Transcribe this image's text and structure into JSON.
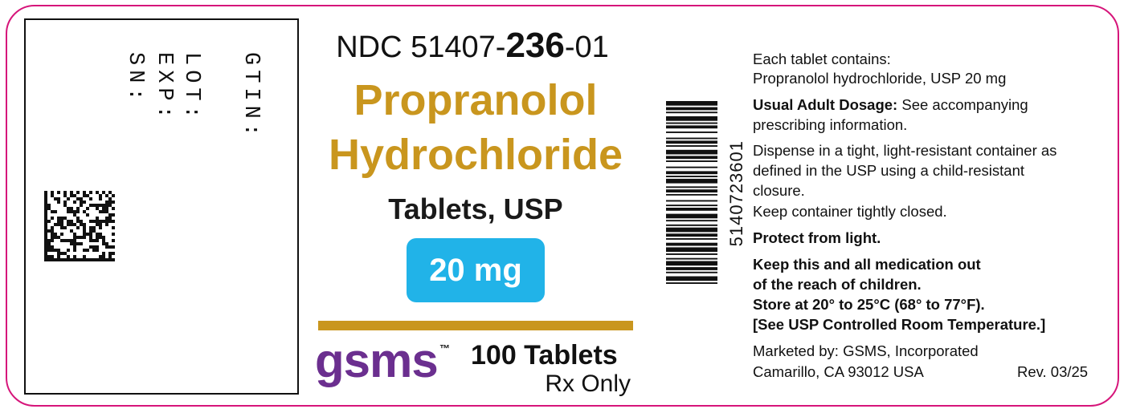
{
  "imprint": {
    "gtin_label": "GTIN:",
    "lot_label": "LOT:",
    "exp_label": "EXP:",
    "sn_label": "SN:"
  },
  "ndc": {
    "prefix": "NDC 51407-",
    "product": "236",
    "suffix": "-01"
  },
  "drug": {
    "name_line1": "Propranolol",
    "name_line2": "Hydrochloride",
    "form": "Tablets, USP",
    "strength": "20 mg"
  },
  "brand": {
    "logo": "gsms",
    "trademark": "™",
    "count": "100 Tablets",
    "rx": "Rx Only"
  },
  "barcode": {
    "upc": "5140723601"
  },
  "info": {
    "contains_heading": "Each tablet contains:",
    "contains_value": "Propranolol hydrochloride, USP 20 mg",
    "dosage_label": "Usual Adult Dosage:",
    "dosage_line1": " See accompanying",
    "dosage_line2": "prescribing information.",
    "dispense_line1": "Dispense in a tight, light-resistant container as",
    "dispense_line2": "defined in the USP using a child-resistant",
    "dispense_line3": "closure.",
    "keep_closed": "Keep container tightly closed.",
    "protect": "Protect from light.",
    "children_line1": "Keep this and all medication out",
    "children_line2": "of the reach of children.",
    "storage_line1": "Store at 20° to 25°C (68° to 77°F).",
    "storage_line2": "[See USP Controlled Room Temperature.]",
    "marketed_by": "Marketed by: GSMS, Incorporated",
    "address": "Camarillo, CA 93012 USA",
    "revision": "Rev. 03/25"
  },
  "colors": {
    "border": "#d6157a",
    "drug_name": "#c9961e",
    "strength_badge": "#21b3e8",
    "logo": "#6b2f8f"
  }
}
